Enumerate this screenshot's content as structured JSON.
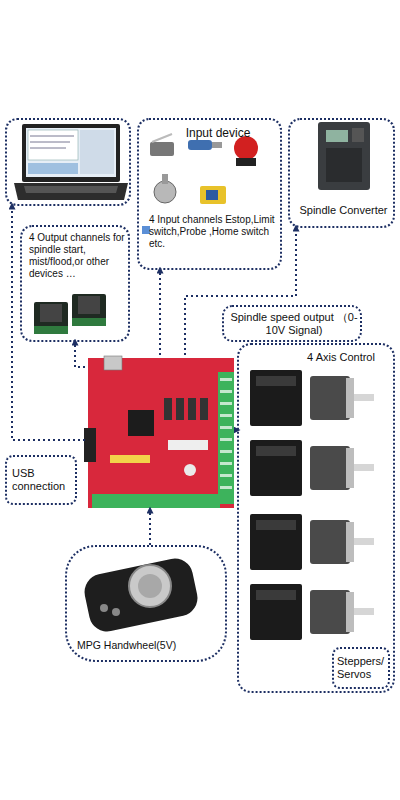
{
  "diagram": {
    "nodes": [
      {
        "text": []
      },
      {
        "text": [
          "Input device",
          "4 Input channels Estop,Limit switch,Probe ,Home switch etc."
        ]
      },
      {
        "text": [
          "Spindle Converter"
        ]
      },
      {
        "text": [
          "4 Output channels for spindle start, mist/flood,or other devices …"
        ]
      },
      {
        "text": [
          "Spindle speed output （0-10V Signal)"
        ]
      },
      {
        "text": []
      },
      {
        "text": [
          "4 Axis Control"
        ]
      },
      {
        "text": [
          "Steppers/ Servos"
        ],
        "in": 6
      },
      {
        "text": [
          "USB connection"
        ]
      },
      {
        "text": [
          "MPG Handwheel(5V)"
        ]
      }
    ],
    "edges": [
      {
        "from": 5,
        "to": 0,
        "arrow": "to"
      },
      {
        "from": 5,
        "to": 1,
        "arrow": "to"
      },
      {
        "from": 5,
        "to": 3,
        "arrow": "to"
      },
      {
        "from": 5,
        "to": 2,
        "arrow": "to"
      },
      {
        "from": 5,
        "to": 6,
        "arrow": "to"
      },
      {
        "from": 9,
        "to": 5,
        "arrow": "to"
      }
    ]
  }
}
